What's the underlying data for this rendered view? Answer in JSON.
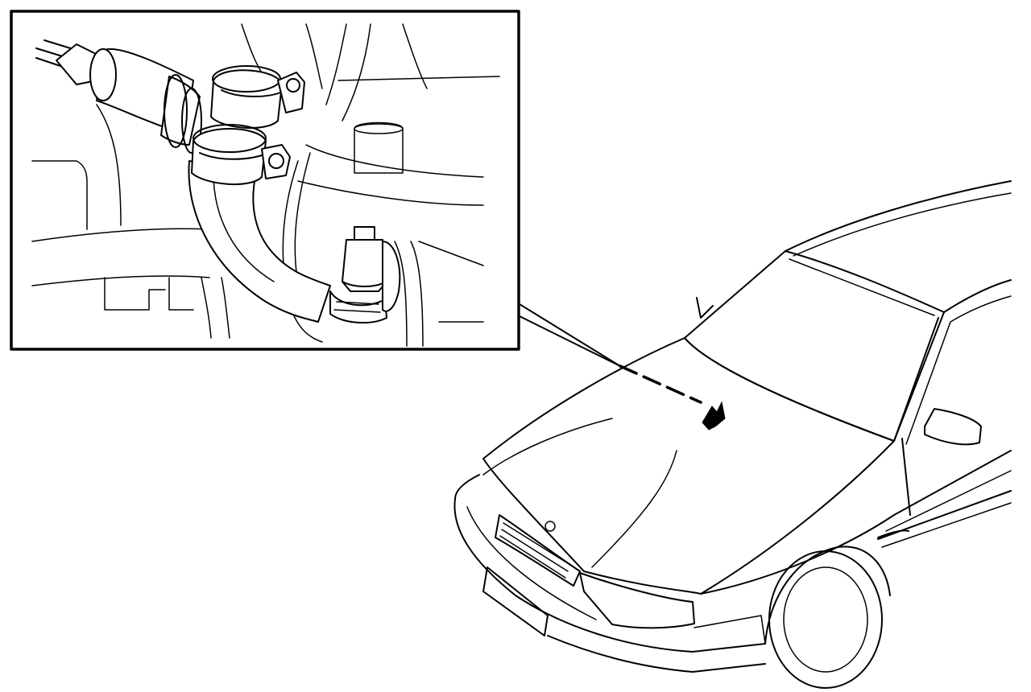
{
  "diagram": {
    "kind": "technical-illustration",
    "style": "black line art on white",
    "colors": {
      "line": "#000000",
      "background": "#ffffff"
    },
    "parts": [
      "detail-inset-frame",
      "hose-connector",
      "hose-clamp-upper",
      "hose-clamp-lower",
      "curved-hose",
      "sensor-connector",
      "callout-leader",
      "car-body",
      "location-marker"
    ]
  }
}
